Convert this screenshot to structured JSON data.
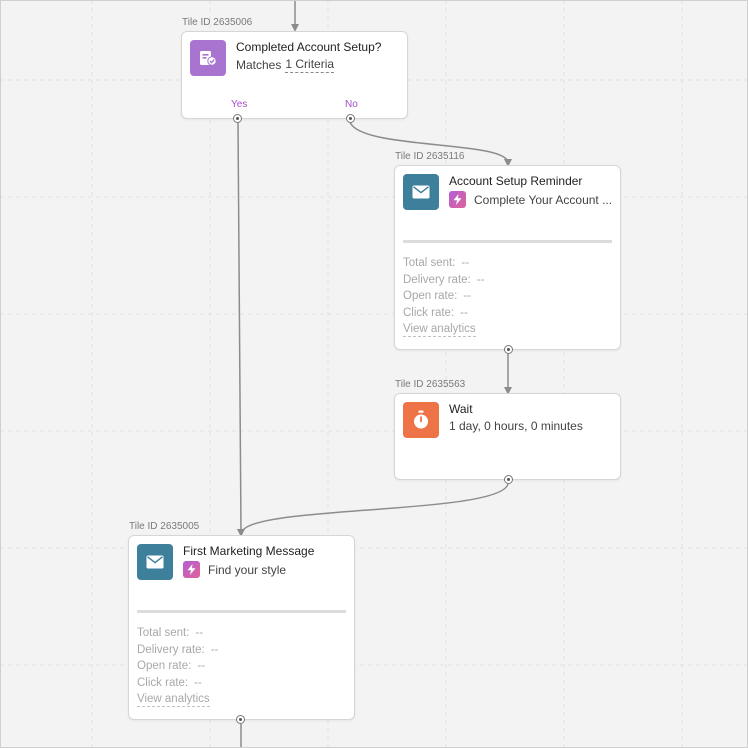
{
  "colors": {
    "decision_purple": "#a874cf",
    "email_teal": "#3e7f9b",
    "wait_orange": "#ee7347",
    "branch_label": "#a54fc7",
    "connector": "#8c8c8c"
  },
  "tiles": {
    "decision": {
      "tile_id": "Tile ID 2635006",
      "title": "Completed Account Setup?",
      "matches_prefix": "Matches",
      "criteria_link": "1 Criteria",
      "yes_label": "Yes",
      "no_label": "No",
      "icon": "profile-check-icon"
    },
    "reminder": {
      "tile_id": "Tile ID 2635116",
      "title": "Account Setup Reminder",
      "message": "Complete Your Account ...",
      "icon": "envelope-icon",
      "stats": {
        "total_sent_label": "Total sent:",
        "total_sent_value": "--",
        "delivery_rate_label": "Delivery rate:",
        "delivery_rate_value": "--",
        "open_rate_label": "Open rate:",
        "open_rate_value": "--",
        "click_rate_label": "Click rate:",
        "click_rate_value": "--"
      },
      "view_analytics": "View analytics"
    },
    "wait": {
      "tile_id": "Tile ID 2635563",
      "title": "Wait",
      "duration": "1 day, 0 hours, 0 minutes",
      "icon": "stopwatch-icon"
    },
    "first_message": {
      "tile_id": "Tile ID 2635005",
      "title": "First Marketing Message",
      "message": "Find your style",
      "icon": "envelope-icon",
      "stats": {
        "total_sent_label": "Total sent:",
        "total_sent_value": "--",
        "delivery_rate_label": "Delivery rate:",
        "delivery_rate_value": "--",
        "open_rate_label": "Open rate:",
        "open_rate_value": "--",
        "click_rate_label": "Click rate:",
        "click_rate_value": "--"
      },
      "view_analytics": "View analytics"
    }
  }
}
